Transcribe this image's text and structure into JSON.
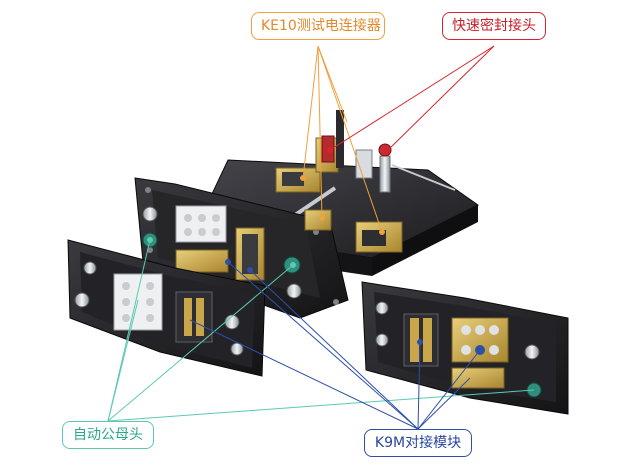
{
  "callouts": {
    "ke10_connector": "KE10测试电连接器",
    "quick_seal": "快速密封接头",
    "auto_male_female": "自动公母头",
    "k9m_module": "K9M对接模块"
  },
  "colors": {
    "ke10": "#f0a03c",
    "quick_seal": "#d9232d",
    "auto": "#5cc9b4",
    "k9m": "#2e4fa8",
    "plate": "#1f1f22",
    "gold": "#c9a64a"
  }
}
